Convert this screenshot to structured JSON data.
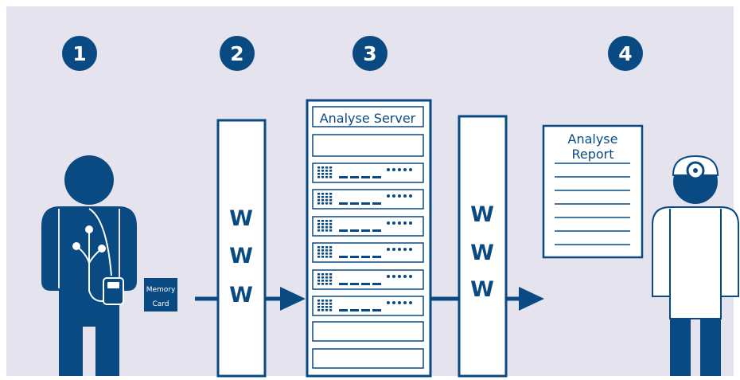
{
  "steps": [
    "1",
    "2",
    "3",
    "4"
  ],
  "memory_card": {
    "line1": "Memory",
    "line2": "Card"
  },
  "www_left": [
    "W",
    "W",
    "W"
  ],
  "server": {
    "title": "Analyse Server"
  },
  "www_right": [
    "W",
    "W",
    "W"
  ],
  "report": {
    "line1": "Analyse",
    "line2": "Report"
  },
  "colors": {
    "background": "#e4e3ee",
    "primary": "#0a4a82",
    "panel": "#ffffff"
  }
}
